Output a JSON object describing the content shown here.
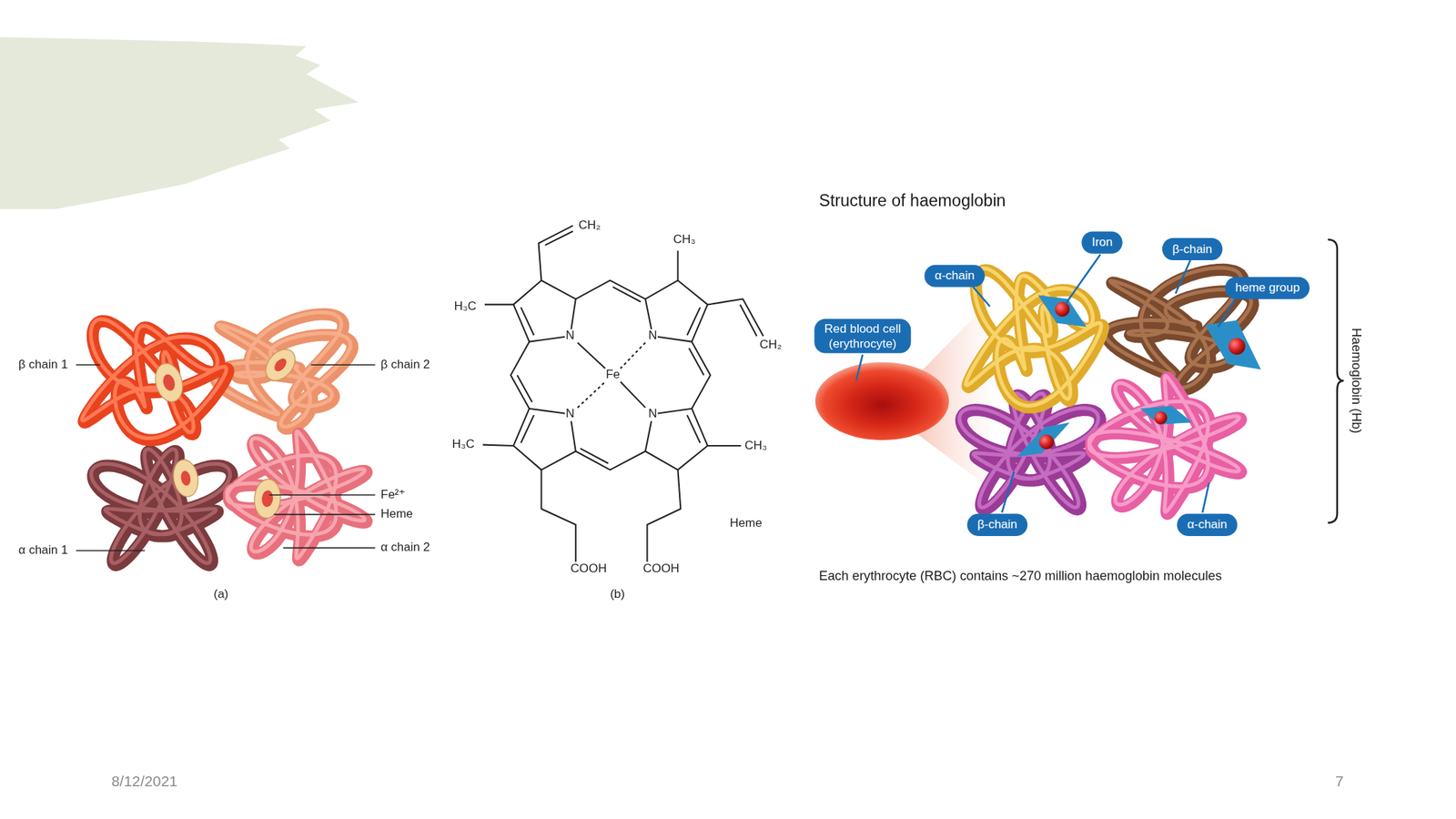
{
  "diagram": {
    "title": "Structure of haemoglobin",
    "caption": "Each erythrocyte (RBC) contains ~270 million haemoglobin molecules",
    "nodes": [
      {
        "text": [
          "Iron"
        ]
      },
      {
        "text": [
          "β-chain"
        ]
      },
      {
        "text": [
          "α-chain"
        ]
      },
      {
        "text": [
          "heme group"
        ]
      },
      {
        "text": [
          "Red blood cell (erythrocyte)"
        ]
      },
      {
        "text": [
          "β-chain"
        ]
      },
      {
        "text": [
          "α-chain"
        ]
      }
    ],
    "labels": [
      "β chain 1",
      "β chain 2",
      "Fe²⁺",
      "Heme",
      "α chain 1",
      "α chain 2",
      "(a)",
      "CH₂",
      "CH₃",
      "H₃C",
      "N",
      "N",
      "Fe",
      "N",
      "N",
      "CH₂",
      "H₃C",
      "CH₃",
      "COOH",
      "COOH",
      "Heme",
      "(b)",
      "Haemoglobin (Hb)",
      "8/12/2021",
      "7"
    ]
  }
}
